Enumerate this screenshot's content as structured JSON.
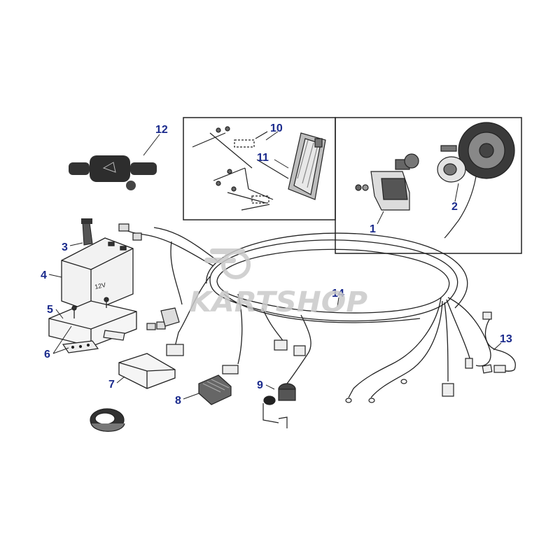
{
  "callouts": [
    "1",
    "2",
    "3",
    "4",
    "5",
    "6",
    "7",
    "8",
    "9",
    "10",
    "11",
    "12",
    "13",
    "14"
  ],
  "battery_label": "12V",
  "watermark": {
    "text": "KARTSHOP"
  },
  "colors": {
    "callout": "#1a2a8c",
    "line": "#222222",
    "watermark": "#c9c9c9"
  }
}
